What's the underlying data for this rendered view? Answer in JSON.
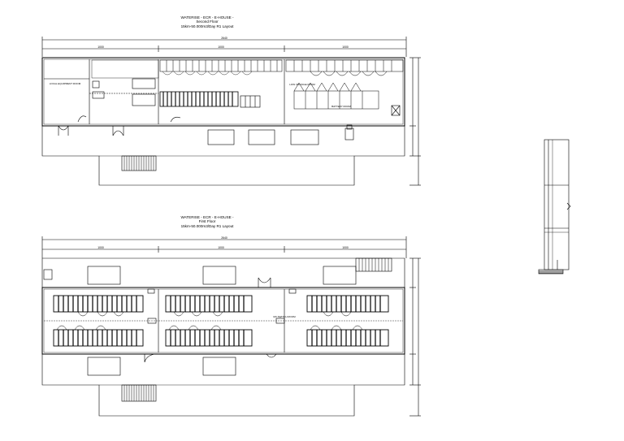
{
  "drawing": {
    "second_floor": {
      "title_lines": [
        "WATERISE - ECR - E-HOUSE -",
        "Second Floor",
        "15km-50.000m3/Day R1 Layout"
      ],
      "overall_dim": "2640",
      "sub_dims": [
        "1000",
        "1000",
        "1000"
      ],
      "room_labels": [
        "LOCAL EQUIPMENT ROOM",
        "LOW VOLTAGE ROOM",
        "BATTERY ROOM"
      ]
    },
    "first_floor": {
      "title_lines": [
        "WATERISE - ECR - E-HOUSE -",
        "First Floor",
        "15km-50.000m3/Day R1 Layout"
      ],
      "overall_dim": "2640",
      "sub_dims": [
        "1000",
        "1000",
        "1000"
      ],
      "room_labels": [
        "MV SWITCH ROOM"
      ]
    },
    "colors": {
      "line": "#000000",
      "paper": "#ffffff"
    }
  }
}
